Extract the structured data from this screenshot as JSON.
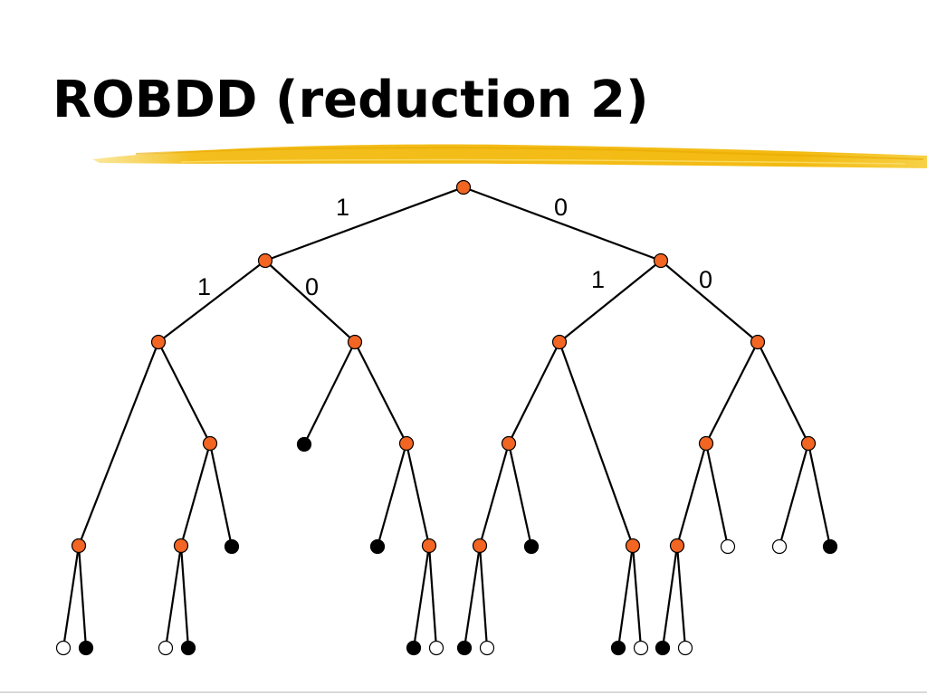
{
  "slide": {
    "title": "ROBDD (reduction 2)"
  },
  "colors": {
    "internal_node": "#f26522",
    "terminal_one": "#000000",
    "terminal_zero": "#ffffff",
    "highlight": "#f2b705",
    "edge": "#000000"
  },
  "diagram": {
    "edge_labels": [
      "1",
      "0",
      "1",
      "0",
      "1",
      "0"
    ],
    "nodes": [
      {
        "id": "n0",
        "kind": "internal"
      },
      {
        "id": "n1a",
        "kind": "internal"
      },
      {
        "id": "n1b",
        "kind": "internal"
      },
      {
        "id": "n2a",
        "kind": "internal"
      },
      {
        "id": "n2b",
        "kind": "internal"
      },
      {
        "id": "n2c",
        "kind": "internal"
      },
      {
        "id": "n2d",
        "kind": "internal"
      },
      {
        "id": "n3a",
        "kind": "internal"
      },
      {
        "id": "t3b",
        "kind": "terminal-1"
      },
      {
        "id": "n3c",
        "kind": "internal"
      },
      {
        "id": "n3d",
        "kind": "internal"
      },
      {
        "id": "n3e",
        "kind": "internal"
      },
      {
        "id": "n3f",
        "kind": "internal"
      },
      {
        "id": "n4a",
        "kind": "internal"
      },
      {
        "id": "n4b",
        "kind": "internal"
      },
      {
        "id": "t4c",
        "kind": "terminal-1"
      },
      {
        "id": "t4d",
        "kind": "terminal-1"
      },
      {
        "id": "n4e",
        "kind": "internal"
      },
      {
        "id": "n4f",
        "kind": "internal"
      },
      {
        "id": "t4g",
        "kind": "terminal-1"
      },
      {
        "id": "n4h",
        "kind": "internal"
      },
      {
        "id": "n4i",
        "kind": "internal"
      },
      {
        "id": "t4j",
        "kind": "terminal-0"
      },
      {
        "id": "t4k",
        "kind": "terminal-0"
      },
      {
        "id": "t4l",
        "kind": "terminal-1"
      },
      {
        "id": "t5a",
        "kind": "terminal-0"
      },
      {
        "id": "t5b",
        "kind": "terminal-1"
      },
      {
        "id": "t5c",
        "kind": "terminal-0"
      },
      {
        "id": "t5d",
        "kind": "terminal-1"
      },
      {
        "id": "t5e",
        "kind": "terminal-1"
      },
      {
        "id": "t5f",
        "kind": "terminal-0"
      },
      {
        "id": "t5g",
        "kind": "terminal-1"
      },
      {
        "id": "t5h",
        "kind": "terminal-0"
      },
      {
        "id": "t5i",
        "kind": "terminal-1"
      },
      {
        "id": "t5j",
        "kind": "terminal-0"
      },
      {
        "id": "t5k",
        "kind": "terminal-1"
      },
      {
        "id": "t5l",
        "kind": "terminal-0"
      }
    ],
    "edges": [
      [
        "n0",
        "n1a"
      ],
      [
        "n0",
        "n1b"
      ],
      [
        "n1a",
        "n2a"
      ],
      [
        "n1a",
        "n2b"
      ],
      [
        "n1b",
        "n2c"
      ],
      [
        "n1b",
        "n2d"
      ],
      [
        "n2a",
        "n3a"
      ],
      [
        "n2a",
        "n4a"
      ],
      [
        "n2b",
        "t3b"
      ],
      [
        "n2b",
        "n3c"
      ],
      [
        "n2c",
        "n3d"
      ],
      [
        "n2c",
        "n4h"
      ],
      [
        "n2d",
        "n3e"
      ],
      [
        "n2d",
        "n3f"
      ],
      [
        "n3a",
        "n4b"
      ],
      [
        "n3a",
        "t4c"
      ],
      [
        "n3c",
        "t4d"
      ],
      [
        "n3c",
        "n4e"
      ],
      [
        "n3d",
        "n4f"
      ],
      [
        "n3d",
        "t4g"
      ],
      [
        "n3e",
        "n4i"
      ],
      [
        "n3e",
        "t4j"
      ],
      [
        "n3f",
        "t4k"
      ],
      [
        "n3f",
        "t4l"
      ],
      [
        "n4a",
        "t5a"
      ],
      [
        "n4a",
        "t5b"
      ],
      [
        "n4b",
        "t5c"
      ],
      [
        "n4b",
        "t5d"
      ],
      [
        "n4e",
        "t5e"
      ],
      [
        "n4e",
        "t5f"
      ],
      [
        "n4f",
        "t5g"
      ],
      [
        "n4f",
        "t5h"
      ],
      [
        "n4h",
        "t5i"
      ],
      [
        "n4h",
        "t5j"
      ],
      [
        "n4i",
        "t5k"
      ],
      [
        "n4i",
        "t5l"
      ]
    ]
  }
}
